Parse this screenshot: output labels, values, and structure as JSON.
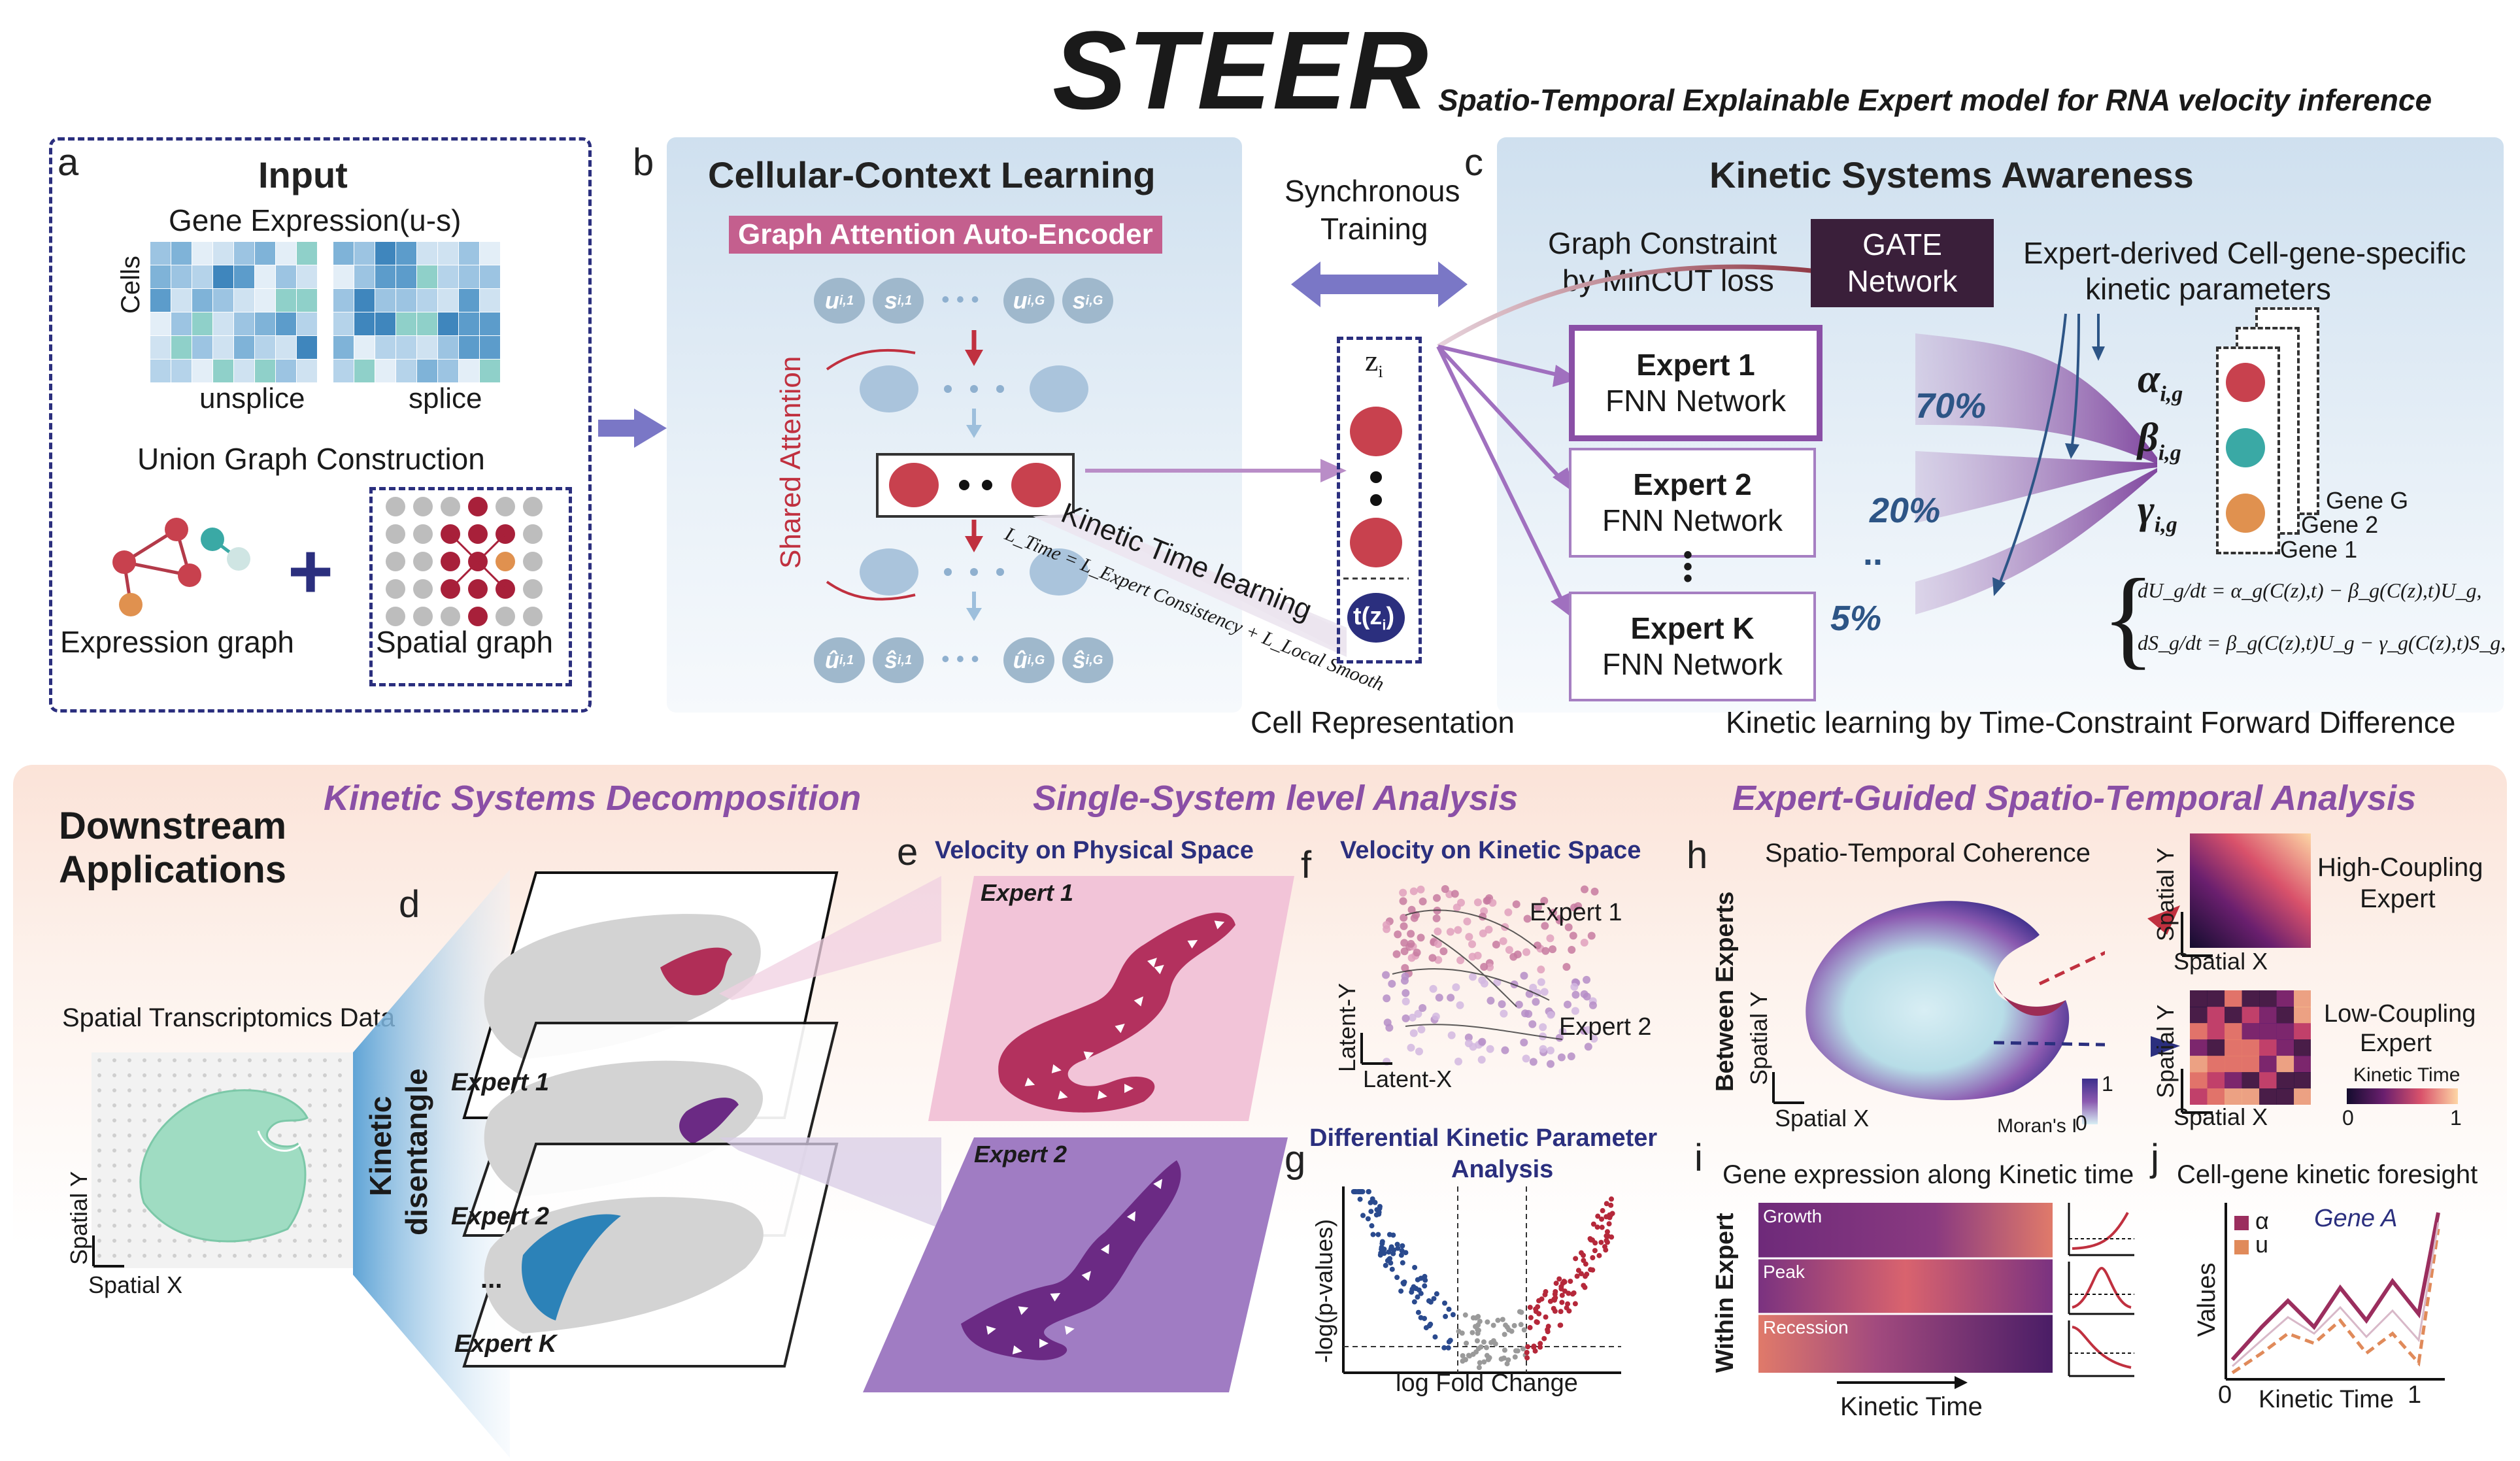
{
  "title": {
    "main": "STEER",
    "subtitle": "Spatio-Temporal Explainable Expert model for RNA velocity inference"
  },
  "panel_a": {
    "letter": "a",
    "heading": "Input",
    "gene_expression": "Gene Expression(u-s)",
    "cells_label": "Cells",
    "unsplice": "unsplice",
    "splice": "splice",
    "union_graph": "Union Graph Construction",
    "plus": "+",
    "expression_graph": "Expression graph",
    "spatial_graph": "Spatial graph"
  },
  "panel_b": {
    "letter": "b",
    "heading": "Cellular-Context Learning",
    "gae_label": "Graph Attention Auto-Encoder",
    "input_nodes": [
      "u",
      "s",
      "u",
      "s"
    ],
    "input_subs": [
      "i,1",
      "i,1",
      "i,G",
      "i,G"
    ],
    "output_nodes": [
      "û",
      "ŝ",
      "û",
      "ŝ"
    ],
    "shared_attention": "Shared Attention",
    "kinetic_time_learning": "Kinetic Time learning",
    "loss": "L_Time = L_Expert Consistency + L_Local Smooth",
    "dots": "• •"
  },
  "sync": {
    "label_line1": "Synchronous",
    "label_line2": "Training"
  },
  "cell_rep": {
    "z_label": "z",
    "z_sub": "i",
    "t_label": "t(z",
    "t_close": ")",
    "caption": "Cell Representation"
  },
  "panel_c": {
    "letter": "c",
    "heading": "Kinetic Systems Awareness",
    "graph_constraint_1": "Graph Constraint",
    "graph_constraint_2": "by MinCUT loss",
    "gate_1": "GATE",
    "gate_2": "Network",
    "experts": [
      {
        "name": "Expert 1",
        "net": "FNN Network",
        "pct": "70%"
      },
      {
        "name": "Expert 2",
        "net": "FNN Network",
        "pct": "20%"
      },
      {
        "name": "Expert K",
        "net": "FNN Network",
        "pct": "5%"
      }
    ],
    "dots_vertical": "•\n•\n•",
    "pct_dots": "..",
    "expert_derived_1": "Expert-derived Cell-gene-specific",
    "expert_derived_2": "kinetic parameters",
    "params": [
      "α",
      "β",
      "γ"
    ],
    "param_sub": "i,g",
    "gene_labels": [
      "Gene G",
      "Gene 2",
      "Gene 1"
    ],
    "eq1": "dU_g/dt = α_g(C(z),t) − β_g(C(z),t)U_g,",
    "eq2": "dS_g/dt = β_g(C(z),t)U_g − γ_g(C(z),t)S_g,",
    "kinetic_learning": "Kinetic learning by Time-Constraint Forward Difference"
  },
  "downstream": {
    "title_1": "Downstream",
    "title_2": "Applications",
    "section_1": "Kinetic Systems Decomposition",
    "section_2": "Single-System level Analysis",
    "section_3": "Expert-Guided Spatio-Temporal Analysis",
    "spatial_data": "Spatial Transcriptomics Data",
    "spatial_y": "Spatial Y",
    "spatial_x": "Spatial X",
    "kinetic_disentangle_1": "Kinetic",
    "kinetic_disentangle_2": "disentangle"
  },
  "panel_d": {
    "letter": "d",
    "experts": [
      "Expert 1",
      "Expert 2",
      "Expert K"
    ],
    "dots": "..."
  },
  "panel_e": {
    "letter": "e",
    "title": "Velocity on Physical Space",
    "expert1": "Expert 1",
    "expert2": "Expert 2"
  },
  "panel_f": {
    "letter": "f",
    "title": "Velocity on Kinetic Space",
    "expert1": "Expert 1",
    "expert2": "Expert 2",
    "latent_y": "Latent-Y",
    "latent_x": "Latent-X"
  },
  "panel_g": {
    "letter": "g",
    "title_1": "Differential Kinetic Parameter",
    "title_2": "Analysis",
    "ylabel": "-log(p-values)",
    "xlabel": "log Fold Change"
  },
  "panel_h": {
    "letter": "h",
    "title": "Spatio-Temporal Coherence",
    "side_label": "Between Experts",
    "spatial_y": "Spatial Y",
    "spatial_x": "Spatial X",
    "morans": "Moran's I",
    "scale_1": "1",
    "scale_0": "0",
    "high": "High-Coupling",
    "high_2": "Expert",
    "low": "Low-Coupling",
    "low_2": "Expert",
    "kinetic_time": "Kinetic Time",
    "kt_0": "0",
    "kt_1": "1"
  },
  "panel_i": {
    "letter": "i",
    "title": "Gene expression along Kinetic time",
    "side_label": "Within Expert",
    "rows": [
      "Growth",
      "Peak",
      "Recession"
    ],
    "xlabel": "Kinetic Time"
  },
  "panel_j": {
    "letter": "j",
    "title": "Cell-gene kinetic foresight",
    "gene": "Gene A",
    "legend": [
      "α",
      "u"
    ],
    "ylabel": "Values",
    "xlabel": "Kinetic Time",
    "x0": "0",
    "x1": "1"
  },
  "colors": {
    "accent_purple": "#8a4fa6",
    "navy": "#2b2f7e",
    "red_node": "#c8414e",
    "teal_node": "#3aa9a5",
    "orange_node": "#e0914f",
    "panel_blue": "#dbe8f3",
    "gate_dark": "#3a1f3a"
  }
}
